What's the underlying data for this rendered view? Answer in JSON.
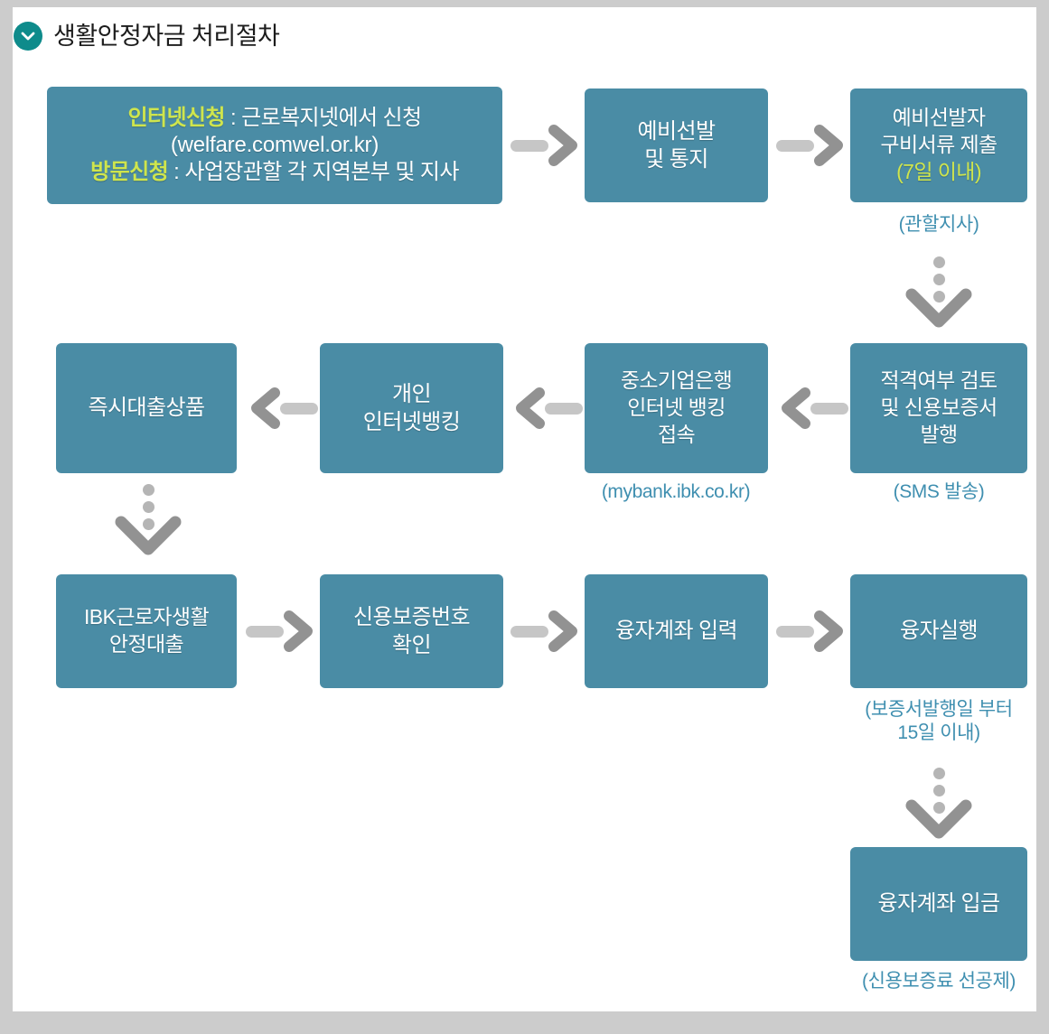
{
  "header": {
    "icon": "chevron-down-circle-icon",
    "title": "생활안정자금 처리절차"
  },
  "colors": {
    "node_fill": "#4a8ca5",
    "accent_text": "#cfe54d",
    "caption_text": "#3f8fb0",
    "arrow_head": "#929292",
    "arrow_shaft": "#c6c6c6",
    "arrow_dot": "#b5b5b5",
    "header_circle": "#0e8b8b",
    "page_background": "#cccccc",
    "panel_background": "#ffffff"
  },
  "flow": {
    "nodes": {
      "apply": {
        "line1_label": "인터넷신청",
        "line1_sep": " : ",
        "line1_text": "근로복지넷에서 신청",
        "line2_text": "(welfare.comwel.or.kr)",
        "line3_label": "방문신청",
        "line3_sep": " : ",
        "line3_text": "사업장관할 각 지역본부 및 지사"
      },
      "preselect": "예비선발\n및 통지",
      "documents_line1": "예비선발자",
      "documents_line2": "구비서류 제출",
      "documents_line3": "(7일 이내)",
      "review": "적격여부 검토\n및 신용보증서\n발행",
      "ibk_internet_banking": "중소기업은행\n인터넷 뱅킹\n접속",
      "personal_banking": "개인\n인터넷뱅킹",
      "instant_loan": "즉시대출상품",
      "ibk_loan": "IBK근로자생활\n안정대출",
      "guarantee_number": "신용보증번호\n확인",
      "loan_account_input": "융자계좌 입력",
      "loan_execution": "융자실행",
      "loan_deposit": "융자계좌 입금"
    },
    "captions": {
      "documents": "(관할지사)",
      "review": "(SMS 발송)",
      "ibk_internet_banking": "(mybank.ibk.co.kr)",
      "loan_execution": "(보증서발행일 부터\n15일 이내)",
      "loan_deposit": "(신용보증료 선공제)"
    }
  }
}
